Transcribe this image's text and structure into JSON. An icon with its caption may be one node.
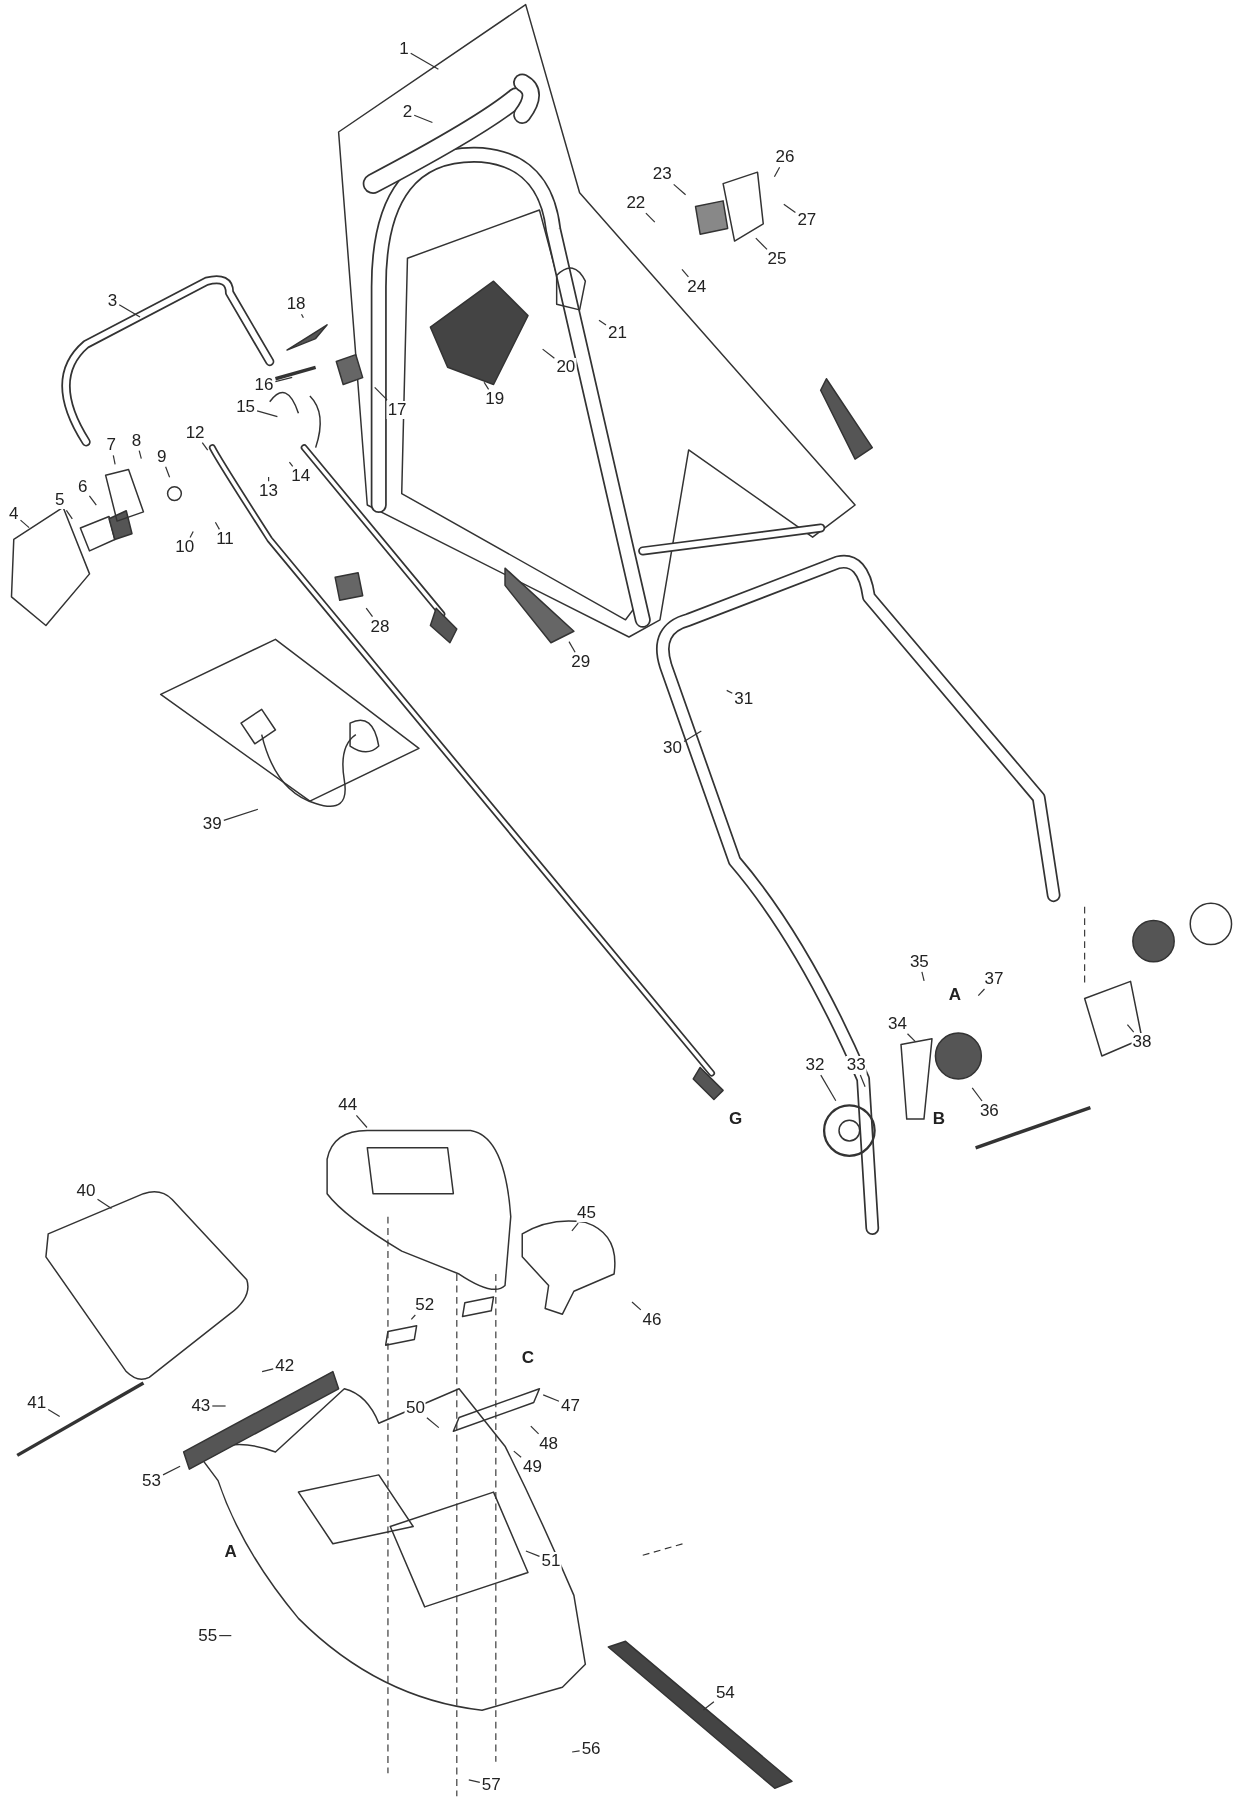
{
  "diagram": {
    "nodes": [
      {
        "text": [
          "1"
        ]
      },
      {
        "text": [
          "2"
        ]
      },
      {
        "text": [
          "3"
        ]
      },
      {
        "text": [
          "4"
        ]
      },
      {
        "text": [
          "5"
        ]
      },
      {
        "text": [
          "6"
        ]
      },
      {
        "text": [
          "7"
        ]
      },
      {
        "text": [
          "8"
        ]
      },
      {
        "text": [
          "9"
        ]
      },
      {
        "text": [
          "10"
        ]
      },
      {
        "text": [
          "11"
        ]
      },
      {
        "text": [
          "12"
        ]
      },
      {
        "text": [
          "13"
        ]
      },
      {
        "text": [
          "14"
        ]
      },
      {
        "text": [
          "15"
        ]
      },
      {
        "text": [
          "16"
        ]
      },
      {
        "text": [
          "17"
        ]
      },
      {
        "text": [
          "18"
        ]
      },
      {
        "text": [
          "19"
        ]
      },
      {
        "text": [
          "20"
        ]
      },
      {
        "text": [
          "21"
        ]
      },
      {
        "text": [
          "22"
        ]
      },
      {
        "text": [
          "23"
        ]
      },
      {
        "text": [
          "24"
        ]
      },
      {
        "text": [
          "25"
        ]
      },
      {
        "text": [
          "26"
        ]
      },
      {
        "text": [
          "27"
        ]
      },
      {
        "text": [
          "28"
        ]
      },
      {
        "text": [
          "29"
        ]
      },
      {
        "text": [
          "30"
        ]
      },
      {
        "text": [
          "31"
        ]
      },
      {
        "text": [
          "32"
        ]
      },
      {
        "text": [
          "33"
        ]
      },
      {
        "text": [
          "34"
        ]
      },
      {
        "text": [
          "35"
        ]
      },
      {
        "text": [
          "36"
        ]
      },
      {
        "text": [
          "37"
        ]
      },
      {
        "text": [
          "38"
        ]
      },
      {
        "text": [
          "39"
        ]
      },
      {
        "text": [
          "40"
        ]
      },
      {
        "text": [
          "41"
        ]
      },
      {
        "text": [
          "42"
        ]
      },
      {
        "text": [
          "43"
        ]
      },
      {
        "text": [
          "44"
        ]
      },
      {
        "text": [
          "45"
        ]
      },
      {
        "text": [
          "46"
        ]
      },
      {
        "text": [
          "47"
        ]
      },
      {
        "text": [
          "48"
        ]
      },
      {
        "text": [
          "49"
        ]
      },
      {
        "text": [
          "50"
        ]
      },
      {
        "text": [
          "51"
        ]
      },
      {
        "text": [
          "52"
        ]
      },
      {
        "text": [
          "53"
        ]
      },
      {
        "text": [
          "54"
        ]
      },
      {
        "text": [
          "55"
        ]
      },
      {
        "text": [
          "56"
        ]
      },
      {
        "text": [
          "57"
        ]
      }
    ],
    "edges": [
      {
        "from": 0,
        "to": null,
        "arrow": "none"
      },
      {
        "from": 1,
        "to": null,
        "arrow": "none"
      },
      {
        "from": 2,
        "to": null,
        "arrow": "none"
      },
      {
        "from": 3,
        "to": null,
        "arrow": "none"
      },
      {
        "from": 4,
        "to": null,
        "arrow": "none"
      },
      {
        "from": 5,
        "to": null,
        "arrow": "none"
      },
      {
        "from": 6,
        "to": null,
        "arrow": "none"
      },
      {
        "from": 7,
        "to": null,
        "arrow": "none"
      },
      {
        "from": 8,
        "to": null,
        "arrow": "none"
      },
      {
        "from": 9,
        "to": null,
        "arrow": "none"
      },
      {
        "from": 10,
        "to": null,
        "arrow": "none"
      },
      {
        "from": 11,
        "to": null,
        "arrow": "none"
      },
      {
        "from": 12,
        "to": null,
        "arrow": "none"
      },
      {
        "from": 13,
        "to": null,
        "arrow": "none"
      },
      {
        "from": 14,
        "to": null,
        "arrow": "none"
      },
      {
        "from": 15,
        "to": null,
        "arrow": "none"
      },
      {
        "from": 16,
        "to": null,
        "arrow": "none"
      },
      {
        "from": 17,
        "to": null,
        "arrow": "none"
      },
      {
        "from": 18,
        "to": null,
        "arrow": "none"
      },
      {
        "from": 19,
        "to": null,
        "arrow": "none"
      },
      {
        "from": 20,
        "to": null,
        "arrow": "none"
      },
      {
        "from": 21,
        "to": null,
        "arrow": "none"
      },
      {
        "from": 22,
        "to": null,
        "arrow": "none"
      },
      {
        "from": 23,
        "to": null,
        "arrow": "none"
      },
      {
        "from": 24,
        "to": null,
        "arrow": "none"
      },
      {
        "from": 25,
        "to": null,
        "arrow": "none"
      },
      {
        "from": 26,
        "to": null,
        "arrow": "none"
      },
      {
        "from": 27,
        "to": null,
        "arrow": "none"
      },
      {
        "from": 28,
        "to": null,
        "arrow": "none"
      },
      {
        "from": 29,
        "to": null,
        "arrow": "none"
      },
      {
        "from": 30,
        "to": null,
        "arrow": "none"
      },
      {
        "from": 31,
        "to": null,
        "arrow": "none"
      },
      {
        "from": 32,
        "to": null,
        "arrow": "none"
      },
      {
        "from": 33,
        "to": null,
        "arrow": "none"
      },
      {
        "from": 34,
        "to": null,
        "arrow": "none"
      },
      {
        "from": 35,
        "to": null,
        "arrow": "none"
      },
      {
        "from": 36,
        "to": null,
        "arrow": "none"
      },
      {
        "from": 37,
        "to": null,
        "arrow": "none"
      },
      {
        "from": 38,
        "to": null,
        "arrow": "none"
      },
      {
        "from": 39,
        "to": null,
        "arrow": "none"
      },
      {
        "from": 40,
        "to": null,
        "arrow": "none"
      },
      {
        "from": 41,
        "to": null,
        "arrow": "none"
      },
      {
        "from": 42,
        "to": null,
        "arrow": "none"
      },
      {
        "from": 43,
        "to": null,
        "arrow": "none"
      },
      {
        "from": 44,
        "to": null,
        "arrow": "none"
      },
      {
        "from": 45,
        "to": null,
        "arrow": "none"
      },
      {
        "from": 46,
        "to": null,
        "arrow": "none"
      },
      {
        "from": 47,
        "to": null,
        "arrow": "none"
      },
      {
        "from": 48,
        "to": null,
        "arrow": "none"
      },
      {
        "from": 49,
        "to": null,
        "arrow": "none"
      },
      {
        "from": 50,
        "to": null,
        "arrow": "none"
      },
      {
        "from": 51,
        "to": null,
        "arrow": "none"
      },
      {
        "from": 52,
        "to": null,
        "arrow": "none"
      },
      {
        "from": 53,
        "to": null,
        "arrow": "none"
      },
      {
        "from": 54,
        "to": null,
        "arrow": "none"
      },
      {
        "from": 55,
        "to": null,
        "arrow": "none"
      },
      {
        "from": 56,
        "to": null,
        "arrow": "none"
      }
    ],
    "labels": [
      "A",
      "B",
      "G",
      "C",
      "A"
    ]
  }
}
